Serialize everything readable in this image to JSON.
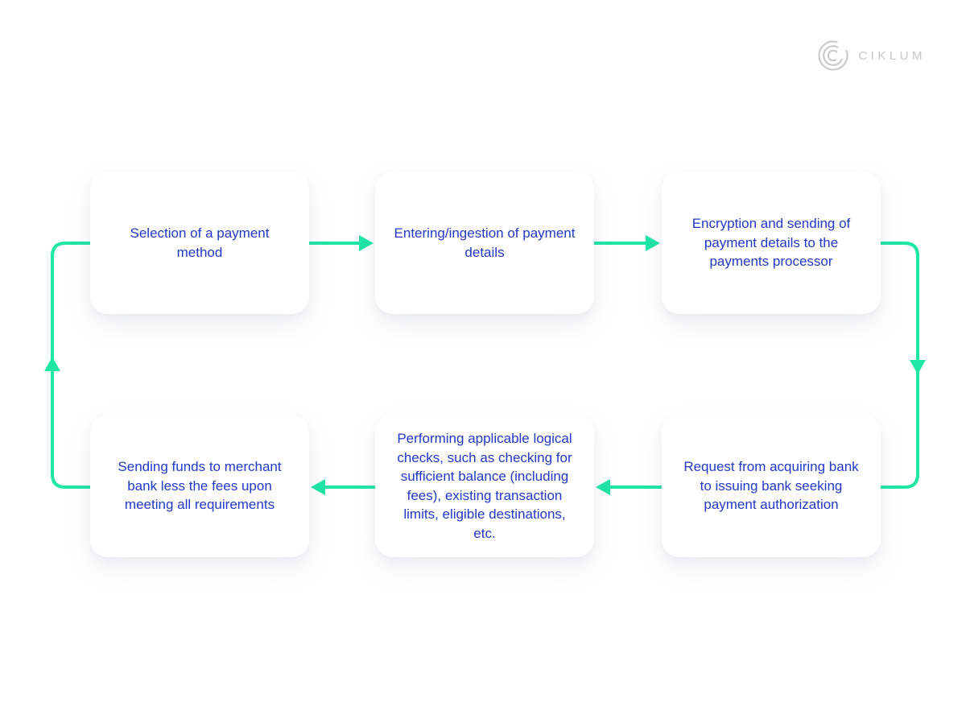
{
  "page": {
    "background_color": "#ffffff"
  },
  "logo": {
    "brand": "CIKLUM",
    "icon": "ciklum-arcs-icon",
    "color": "#c6c6c6"
  },
  "flow": {
    "accent_color": "#1ee6a5",
    "text_color": "#2238c9",
    "nodes": [
      {
        "id": "node-1",
        "label": "Selection of a payment method"
      },
      {
        "id": "node-2",
        "label": "Entering/ingestion of payment details"
      },
      {
        "id": "node-3",
        "label": "Encryption and sending of payment details to the payments processor"
      },
      {
        "id": "node-4",
        "label": "Request from acquiring bank to issuing bank seeking payment authorization"
      },
      {
        "id": "node-5",
        "label": "Performing applicable logical checks, such as checking for sufficient balance (including fees), existing transaction limits, eligible destinations, etc."
      },
      {
        "id": "node-6",
        "label": "Sending funds to merchant bank less the fees upon meeting all requirements"
      }
    ],
    "connectors": [
      {
        "from": "node-1",
        "to": "node-2",
        "direction": "right"
      },
      {
        "from": "node-2",
        "to": "node-3",
        "direction": "right"
      },
      {
        "from": "node-3",
        "to": "node-4",
        "direction": "down"
      },
      {
        "from": "node-4",
        "to": "node-5",
        "direction": "left"
      },
      {
        "from": "node-5",
        "to": "node-6",
        "direction": "left"
      },
      {
        "from": "node-6",
        "to": "node-1",
        "direction": "up"
      }
    ]
  }
}
